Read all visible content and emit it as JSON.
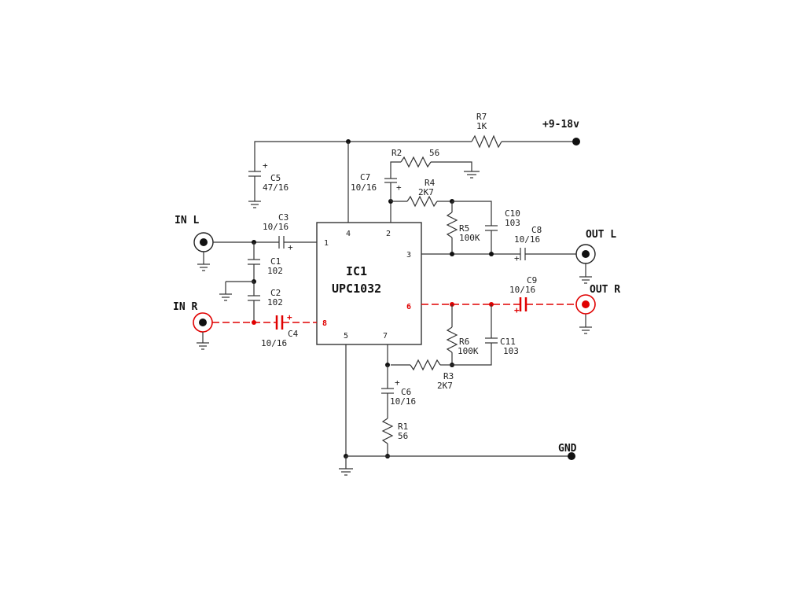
{
  "ic": {
    "ref": "IC1",
    "part": "UPC1032"
  },
  "pins": {
    "p1": "1",
    "p2": "2",
    "p3": "3",
    "p4": "4",
    "p5": "5",
    "p6": "6",
    "p7": "7",
    "p8": "8"
  },
  "supply": {
    "label": "+9-18v"
  },
  "ground": {
    "label": "GND"
  },
  "connectors": {
    "in_l": "IN L",
    "in_r": "IN R",
    "out_l": "OUT L",
    "out_r": "OUT R"
  },
  "components": {
    "c1": {
      "ref": "C1",
      "value": "102"
    },
    "c2": {
      "ref": "C2",
      "value": "102"
    },
    "c3": {
      "ref": "C3",
      "value": "10/16"
    },
    "c4": {
      "ref": "C4",
      "value": "10/16"
    },
    "c5": {
      "ref": "C5",
      "value": "47/16"
    },
    "c6": {
      "ref": "C6",
      "value": "10/16"
    },
    "c7": {
      "ref": "C7",
      "value": "10/16"
    },
    "c8": {
      "ref": "C8",
      "value": "10/16"
    },
    "c9": {
      "ref": "C9",
      "value": "10/16"
    },
    "c10": {
      "ref": "C10",
      "value": "103"
    },
    "c11": {
      "ref": "C11",
      "value": "103"
    },
    "r1": {
      "ref": "R1",
      "value": "56"
    },
    "r2": {
      "ref": "R2",
      "value": "56"
    },
    "r3": {
      "ref": "R3",
      "value": "2K7"
    },
    "r4": {
      "ref": "R4",
      "value": "2K7"
    },
    "r5": {
      "ref": "R5",
      "value": "100K"
    },
    "r6": {
      "ref": "R6",
      "value": "100K"
    },
    "r7": {
      "ref": "R7",
      "value": "1K"
    }
  },
  "polarity": {
    "plus": "+"
  },
  "colors": {
    "ink": "#222222",
    "highlight": "#e00000",
    "background": "#ffffff"
  }
}
